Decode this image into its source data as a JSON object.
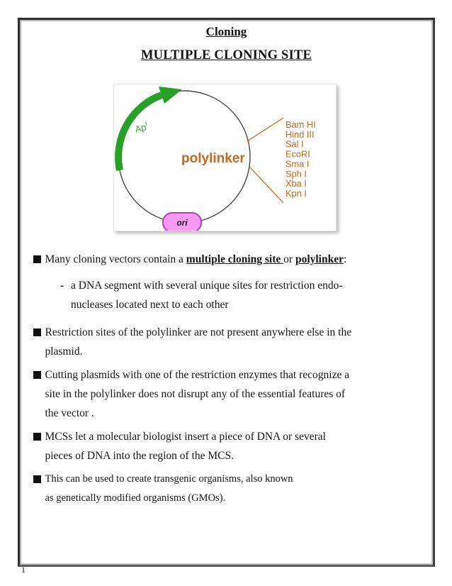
{
  "page": {
    "number": "1"
  },
  "header": {
    "title": "Cloning",
    "subtitle": "MULTIPLE CLONING SITE"
  },
  "figure": {
    "gene_label": "Ap",
    "gene_label_superscript": "r",
    "center_label": "polylinker",
    "origin_label": "ori",
    "enzymes": [
      "Bam HI",
      "Hind III",
      "Sal I",
      "EcoRI",
      "Sma I",
      "Sph I",
      "Xba I",
      "Kpn I"
    ],
    "colors": {
      "arrow-green": "#28a028",
      "gene-label-green": "#3fa53f",
      "label-orange": "#c9661f",
      "ori-fill": "#f79af2",
      "ori-border": "#bb3cbc",
      "circle-stroke": "#4a4a4a"
    }
  },
  "content": {
    "sub_bullet_glyph": "-",
    "bullets": [
      {
        "type": "main",
        "segments": [
          {
            "t": "Many cloning vectors contain a "
          },
          {
            "t": "multiple cloning site ",
            "b": true,
            "u": true
          },
          {
            "t": "or "
          },
          {
            "t": "polylinker",
            "b": true,
            "u": true
          },
          {
            "t": ":"
          }
        ]
      },
      {
        "type": "sub",
        "segments": [
          {
            "t": "a DNA segment with several unique sites for restriction endo-"
          },
          {
            "br": true
          },
          {
            "t": "nucleases located next to each other"
          }
        ]
      },
      {
        "type": "main",
        "segments": [
          {
            "t": "Restriction sites of the polylinker are not present anywhere else in the"
          },
          {
            "br": true
          },
          {
            "t": "plasmid."
          }
        ]
      },
      {
        "type": "main",
        "segments": [
          {
            "t": "Cutting plasmids with one of the restriction enzymes that recognize a"
          },
          {
            "br": true
          },
          {
            "t": "site in the polylinker does not disrupt any of the essential features of"
          },
          {
            "br": true
          },
          {
            "t": "the vector ."
          }
        ]
      },
      {
        "type": "main",
        "segments": [
          {
            "t": "MCSs let a molecular biologist insert a piece of DNA or several"
          },
          {
            "br": true
          },
          {
            "t": "pieces of DNA into the region of the MCS."
          }
        ]
      },
      {
        "type": "main",
        "small": true,
        "segments": [
          {
            "t": " This can be used to create transgenic organisms, also known"
          },
          {
            "br": true
          },
          {
            "t": "as genetically modified organisms (GMOs)."
          }
        ]
      }
    ]
  }
}
